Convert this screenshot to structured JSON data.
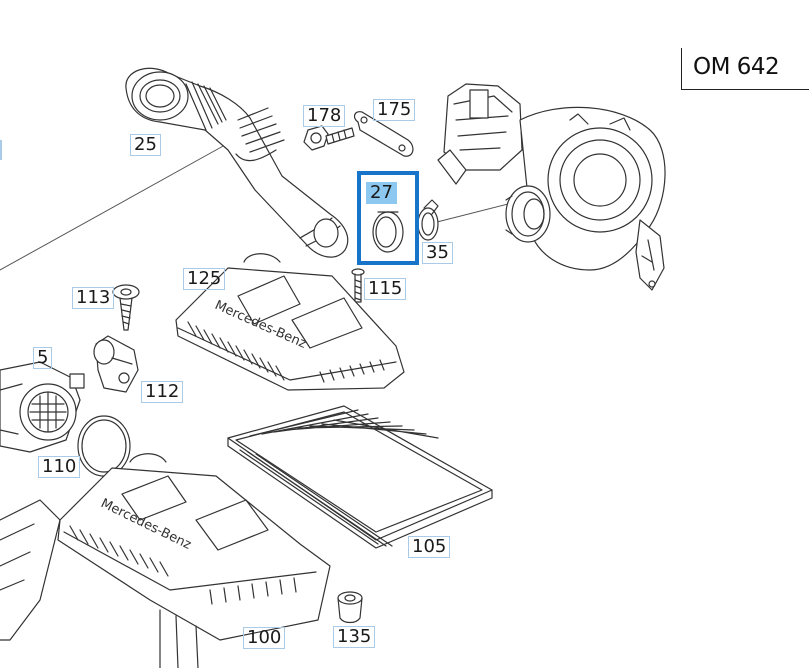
{
  "diagram": {
    "engine_code": "OM 642",
    "selected_part": "27",
    "colors": {
      "selection": "#1774c9",
      "label_highlight": "#8cc8ef",
      "label_border": "#a9cbe8",
      "line": "#333333"
    },
    "brand_text": "Mercedes-Benz",
    "callouts": [
      {
        "id": "25",
        "label": "25"
      },
      {
        "id": "178",
        "label": "178"
      },
      {
        "id": "175",
        "label": "175"
      },
      {
        "id": "27",
        "label": "27"
      },
      {
        "id": "35",
        "label": "35"
      },
      {
        "id": "115",
        "label": "115"
      },
      {
        "id": "125",
        "label": "125"
      },
      {
        "id": "113",
        "label": "113"
      },
      {
        "id": "5",
        "label": "5"
      },
      {
        "id": "112",
        "label": "112"
      },
      {
        "id": "110",
        "label": "110"
      },
      {
        "id": "105",
        "label": "105"
      },
      {
        "id": "100",
        "label": "100"
      },
      {
        "id": "135",
        "label": "135"
      }
    ]
  }
}
